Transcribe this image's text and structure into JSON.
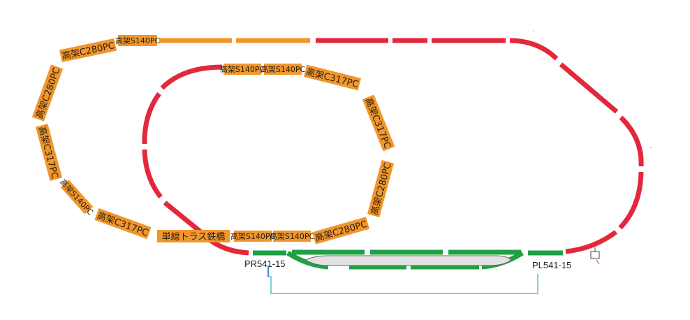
{
  "colors": {
    "elevated": "#f0962d",
    "ground": "#e3283b",
    "station": "#20a045",
    "platform": "#e2e2e2",
    "wire": "#7fd0dc"
  },
  "labels": {
    "outer_top_1": "高架S140PC",
    "outer_top_2": "高架C280PC",
    "outer_left_1": "高架C280PC",
    "outer_left_2": "高架C317PC",
    "outer_left_3": "高架S140PC",
    "outer_bottom_1": "高架C317PC",
    "bridge": "単線トラス鉄橋",
    "bottom_s1": "高架S140PC",
    "bottom_s2": "高架S140PC",
    "bottom_c280": "高架C280PC",
    "inner_top_1": "高架S140PC",
    "inner_top_2": "高架S140PC",
    "inner_top_c317": "高架C317PC",
    "inner_right_c317": "高架C317PC",
    "inner_right_c280": "高架C280PC"
  },
  "points": {
    "left": "PR541-15",
    "right": "PL541-15"
  }
}
